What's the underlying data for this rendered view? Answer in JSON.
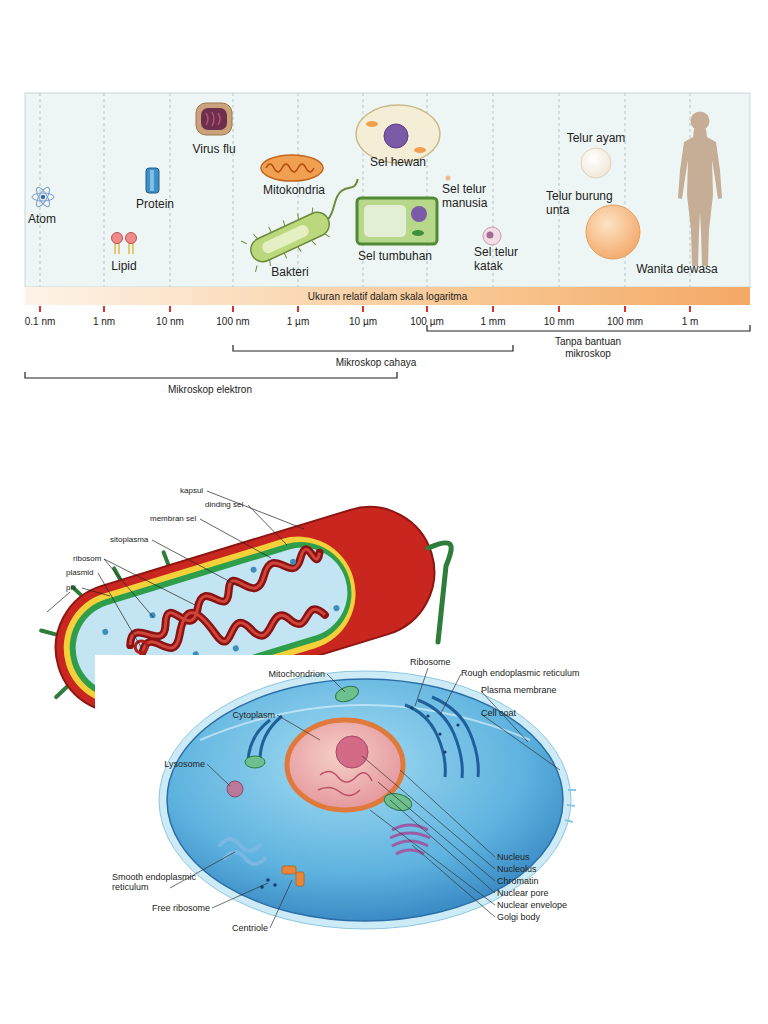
{
  "diagram": {
    "nodes": [
      {
        "text": [
          "Ukuran relatif dalam skala logaritma"
        ]
      }
    ],
    "labels": [
      "Virus flu",
      "Sel hewan",
      "Telur ayam",
      "Mitokondria",
      "Sel telur manusia",
      "Telur burung unta",
      "Atom",
      "Protein",
      "Lipid",
      "Sel tumbuhan",
      "Sel telur katak",
      "Wanita dewasa",
      "Bakteri",
      "0.1 nm",
      "1 nm",
      "10 nm",
      "100 nm",
      "1 µm",
      "10 µm",
      "100 µm",
      "1 mm",
      "10 mm",
      "100 mm",
      "1 m",
      "Tanpa bantuan mikroskop",
      "Mikroskop cahaya",
      "Mikroskop elektron",
      "kapsul",
      "dinding sel",
      "membran sel",
      "sitoplasma",
      "ribosom",
      "plasmid",
      "pili",
      "Mitochondrion",
      "Ribosome",
      "Rough endoplasmic reticulum",
      "Plasma membrane",
      "Cell coat",
      "Cytoplasm",
      "Lysosome",
      "Nucleus",
      "Nucleolus",
      "Chromatin",
      "Nuclear pore",
      "Nuclear envelope",
      "Golgi body",
      "Smooth endoplasmic reticulum",
      "Free ribosome",
      "Centriole"
    ]
  }
}
